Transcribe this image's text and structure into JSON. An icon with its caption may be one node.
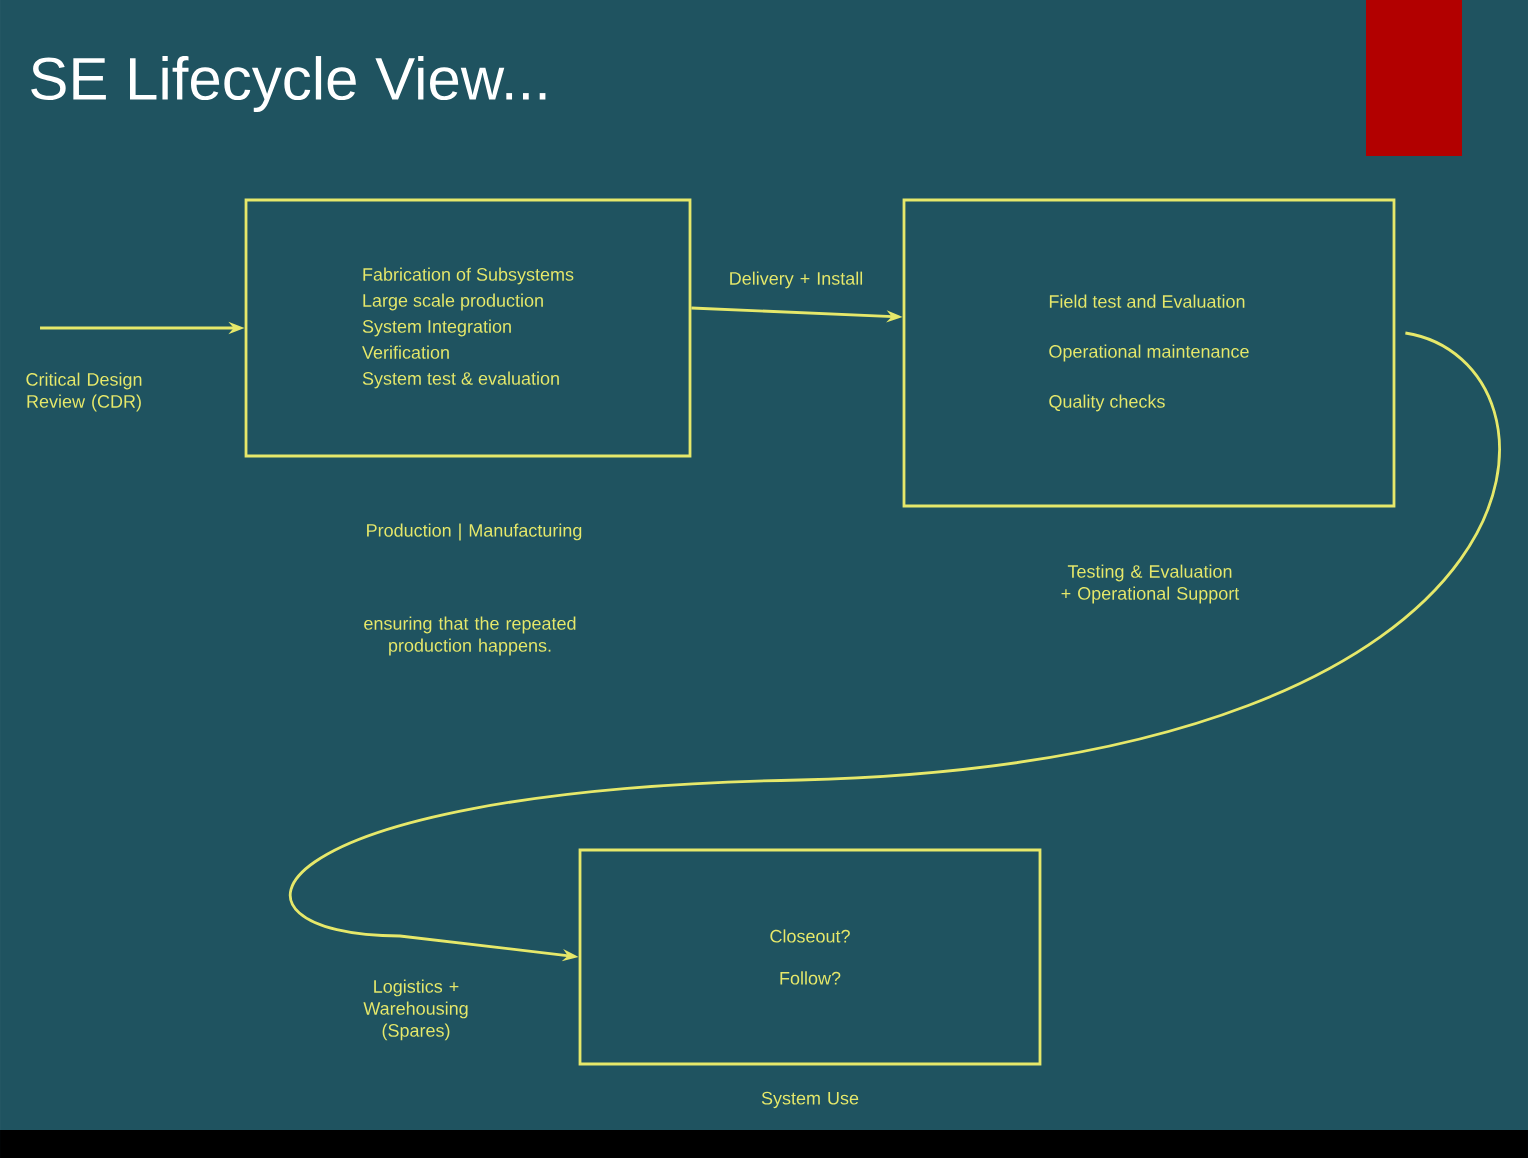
{
  "diagram": {
    "title": "SE Lifecycle View...",
    "nodes": [
      {
        "text": [
          "Fabrication of Subsystems",
          "Large scale production",
          "System Integration",
          "Verification",
          "System test & evaluation"
        ],
        "beside": [
          "Production | Manufacturing"
        ]
      },
      {
        "text": [
          "Field test and Evaluation",
          "Operational maintenance",
          "Quality checks"
        ],
        "beside": [
          "Testing & Evaluation + Operational Support"
        ]
      },
      {
        "text": [
          "Closeout?",
          "Follow?"
        ],
        "beside": [
          "System Use"
        ]
      }
    ],
    "edges": [
      {
        "from": null,
        "to": 0,
        "arrow": "to",
        "label": "Critical Design Review (CDR)"
      },
      {
        "from": 0,
        "to": 1,
        "arrow": "to",
        "label": "Delivery + Install"
      },
      {
        "from": 1,
        "to": 2,
        "arrow": "to",
        "label": "Logistics + Warehousing (Spares)"
      }
    ],
    "labels": [
      "ensuring that the repeated production happens."
    ]
  }
}
